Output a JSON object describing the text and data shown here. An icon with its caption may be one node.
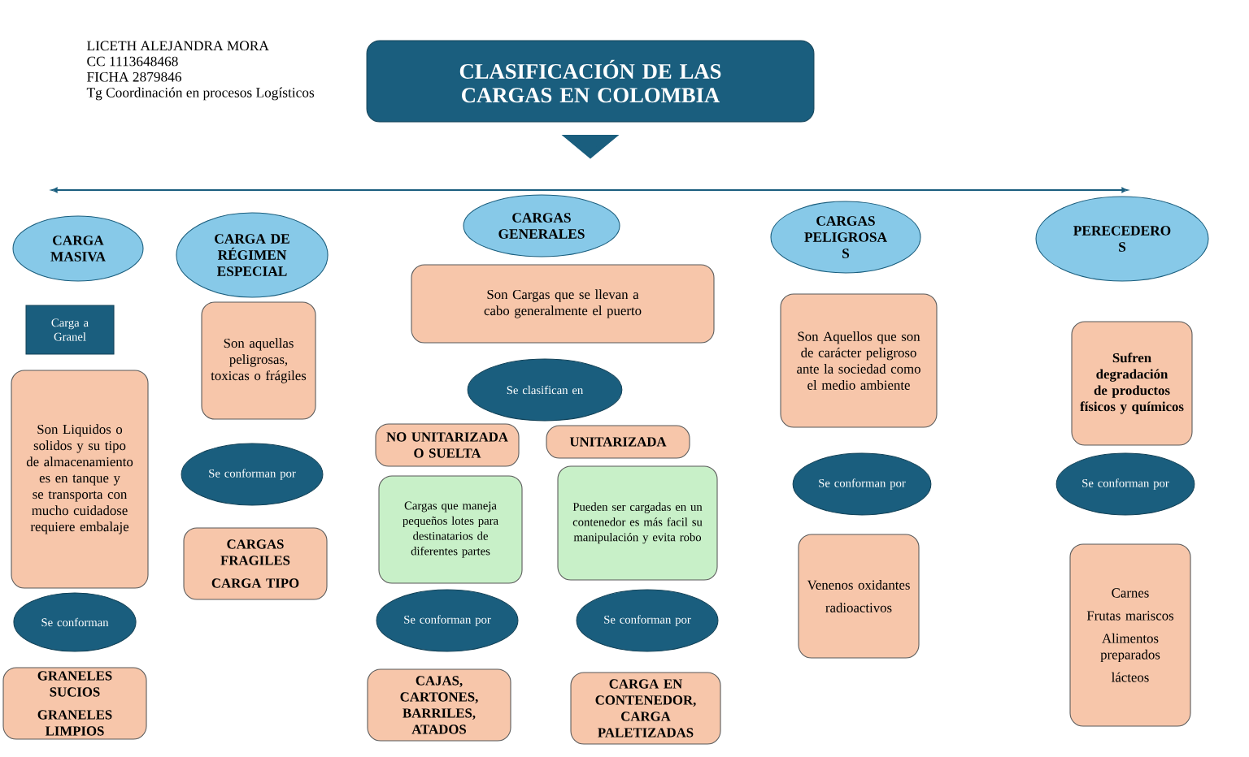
{
  "diagram": {
    "nodes": [
      {
        "text": [
          "CLASIFICACIÓN DE LAS CARGAS EN COLOMBIA"
        ]
      },
      {
        "text": [
          "CARGA MASIVA"
        ]
      },
      {
        "text": [
          "CARGA DE RÉGIMEN ESPECIAL"
        ]
      },
      {
        "text": [
          "CARGAS GENERALES"
        ]
      },
      {
        "text": [
          "CARGAS PELIGROSA S"
        ]
      },
      {
        "text": [
          "PERECEDERO S"
        ]
      },
      {
        "text": [
          "Carga a Granel"
        ]
      },
      {
        "text": [
          "Son Liquidos o solidos y su tipo de almacenamiento es en tanque y se transporta con mucho cuidadose requiere embalaje"
        ]
      },
      {
        "text": [
          "Se conforman"
        ]
      },
      {
        "text": [
          "GRANELES SUCIOS",
          "GRANELES LIMPIOS"
        ]
      },
      {
        "text": [
          "Son aquellas peligrosas, toxicas o frágiles"
        ]
      },
      {
        "text": [
          "Se conforman por"
        ]
      },
      {
        "text": [
          "CARGAS FRAGILES",
          "CARGA TIPO"
        ]
      },
      {
        "text": [
          "Son Cargas que se llevan a cabo generalmente el puerto"
        ]
      },
      {
        "text": [
          "Se clasifican en"
        ]
      },
      {
        "text": [
          "NO UNITARIZADA O SUELTA"
        ]
      },
      {
        "text": [
          "UNITARIZADA"
        ]
      },
      {
        "text": [
          "Cargas que maneja pequeños lotes para destinatarios de diferentes partes"
        ]
      },
      {
        "text": [
          "Pueden ser cargadas en un contenedor es más facil su manipulación y evita robo"
        ]
      },
      {
        "text": [
          "Se conforman por"
        ]
      },
      {
        "text": [
          "Se conforman por"
        ]
      },
      {
        "text": [
          "CAJAS, CARTONES, BARRILES, ATADOS"
        ]
      },
      {
        "text": [
          "CARGA EN CONTENEDOR, CARGA PALETIZADAS"
        ]
      },
      {
        "text": [
          "Son Aquellos que son de carácter peligroso ante la sociedad como el medio ambiente"
        ]
      },
      {
        "text": [
          "Se conforman por"
        ]
      },
      {
        "text": [
          "Venenos oxidantes",
          "radioactivos"
        ]
      },
      {
        "text": [
          "Sufren degradación de productos físicos y químicos"
        ]
      },
      {
        "text": [
          "Se conforman por"
        ]
      },
      {
        "text": [
          "Carnes",
          "Frutas mariscos",
          "Alimentos preparados",
          "lácteos"
        ]
      }
    ],
    "edges": [
      {
        "from": 0,
        "to": 3,
        "arrow": "to",
        "style": "thick"
      }
    ],
    "labels": [
      "LICETH ALEJANDRA MORA",
      "CC 1113648468",
      "FICHA 2879846",
      "Tg Coordinación en procesos Logísticos"
    ]
  }
}
